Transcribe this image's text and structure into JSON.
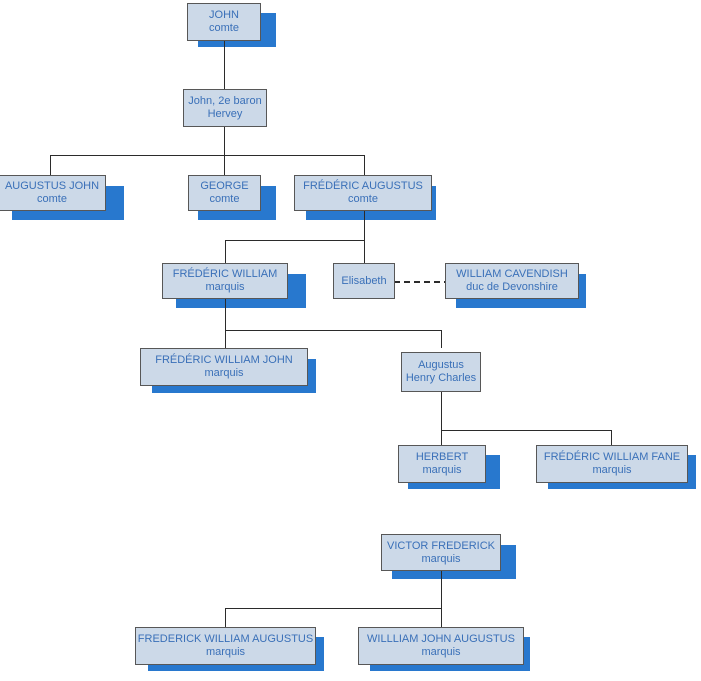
{
  "diagram": {
    "title": "Hervey family genealogical tree",
    "background_color": "#ffffff",
    "node_fill_color": "#ccd9e8",
    "node_text_color": "#3a70b8",
    "node_border_color": "#575757",
    "shadow_color": "#2878ce",
    "connector_color": "#2b2b2b"
  },
  "nodes": [
    {
      "id": "john",
      "name": "JOHN",
      "title": "comte"
    },
    {
      "id": "john2",
      "name": "John, 2e baron",
      "title": "Hervey"
    },
    {
      "id": "augjohn",
      "name": "AUGUSTUS JOHN",
      "title": "comte"
    },
    {
      "id": "george",
      "name": "GEORGE",
      "title": "comte"
    },
    {
      "id": "fredaug",
      "name": "FRÉDÉRIC AUGUSTUS",
      "title": "comte"
    },
    {
      "id": "fredwm",
      "name": "FRÉDÉRIC WILLIAM",
      "title": "marquis"
    },
    {
      "id": "elisabeth",
      "name": "Elisabeth",
      "title": ""
    },
    {
      "id": "cavendish",
      "name": "WILLIAM CAVENDISH",
      "title": "duc de Devonshire"
    },
    {
      "id": "fwj",
      "name": "FRÉDÉRIC WILLIAM JOHN",
      "title": "marquis"
    },
    {
      "id": "ahc",
      "name": "Augustus",
      "title": "Henry Charles"
    },
    {
      "id": "herbert",
      "name": "HERBERT",
      "title": "marquis"
    },
    {
      "id": "fwfane",
      "name": "FRÉDÉRIC WILLIAM FANE",
      "title": "marquis"
    },
    {
      "id": "victor",
      "name": "VICTOR FREDERICK",
      "title": "marquis"
    },
    {
      "id": "fwa",
      "name": "FREDERICK WILLIAM AUGUSTUS",
      "title": "marquis"
    },
    {
      "id": "wja",
      "name": "WILLLIAM JOHN AUGUSTUS",
      "title": "marquis"
    }
  ]
}
